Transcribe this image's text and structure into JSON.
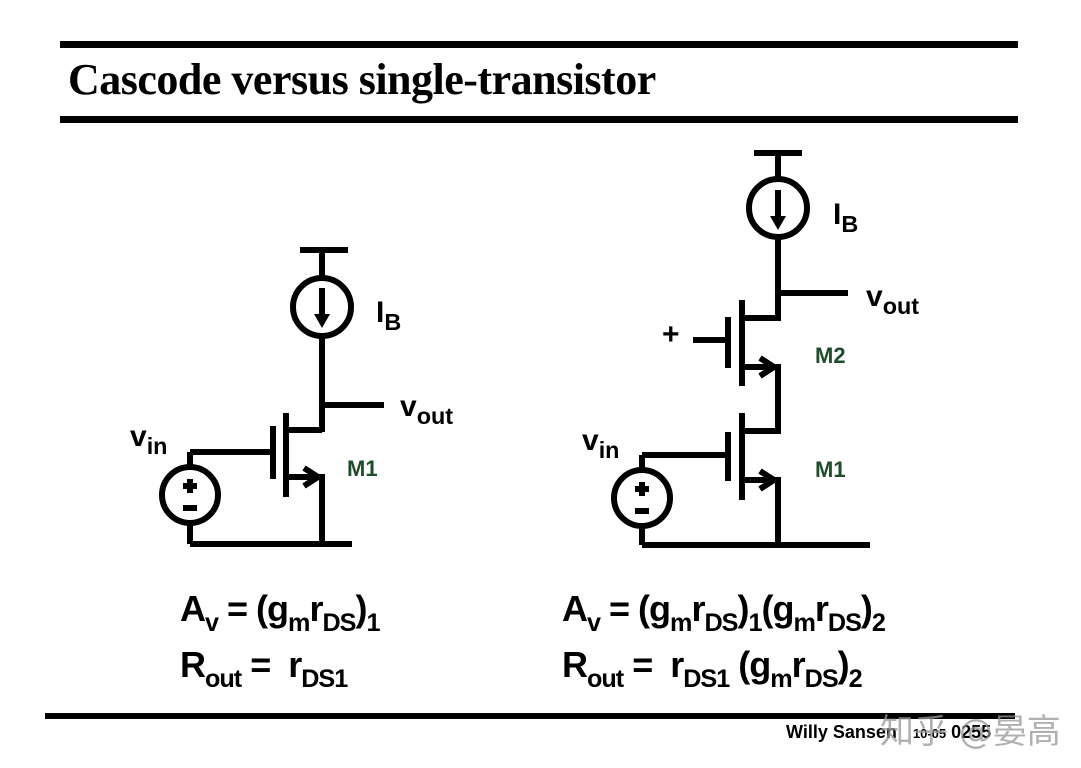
{
  "slide": {
    "title": "Cascode versus single-transistor",
    "footer_author": "Willy Sansen",
    "footer_code": "10-05",
    "footer_page": "0255",
    "watermark": "知乎 @晏高"
  },
  "left_circuit": {
    "bias_current": {
      "main": "I",
      "sub": "B"
    },
    "output": {
      "main": "v",
      "sub": "out"
    },
    "input": {
      "main": "v",
      "sub": "in"
    },
    "transistor": "M1",
    "source_plus": "+",
    "source_minus": "−"
  },
  "right_circuit": {
    "bias_current": {
      "main": "I",
      "sub": "B"
    },
    "output": {
      "main": "v",
      "sub": "out"
    },
    "input": {
      "main": "v",
      "sub": "in"
    },
    "gate_bias": "+",
    "transistor_top": "M2",
    "transistor_bottom": "M1"
  },
  "equations": {
    "left_gain": {
      "lhs": "A",
      "lhs_sub": "v",
      "rhs": "= (g",
      "m": "m",
      "r": "r",
      "ds": "DS",
      "close": ")",
      "idx": "1"
    },
    "left_rout": {
      "lhs": "R",
      "lhs_sub": "out",
      "rhs": " =  r",
      "ds": "DS1"
    },
    "right_gain": {
      "lhs": "A",
      "lhs_sub": "v",
      "idx1": "1",
      "idx2": "2"
    },
    "right_rout": {
      "lhs": "R",
      "lhs_sub": "out",
      "idx2": "2"
    }
  },
  "colors": {
    "device_label": "#1f4d2a",
    "ink": "#000000"
  }
}
